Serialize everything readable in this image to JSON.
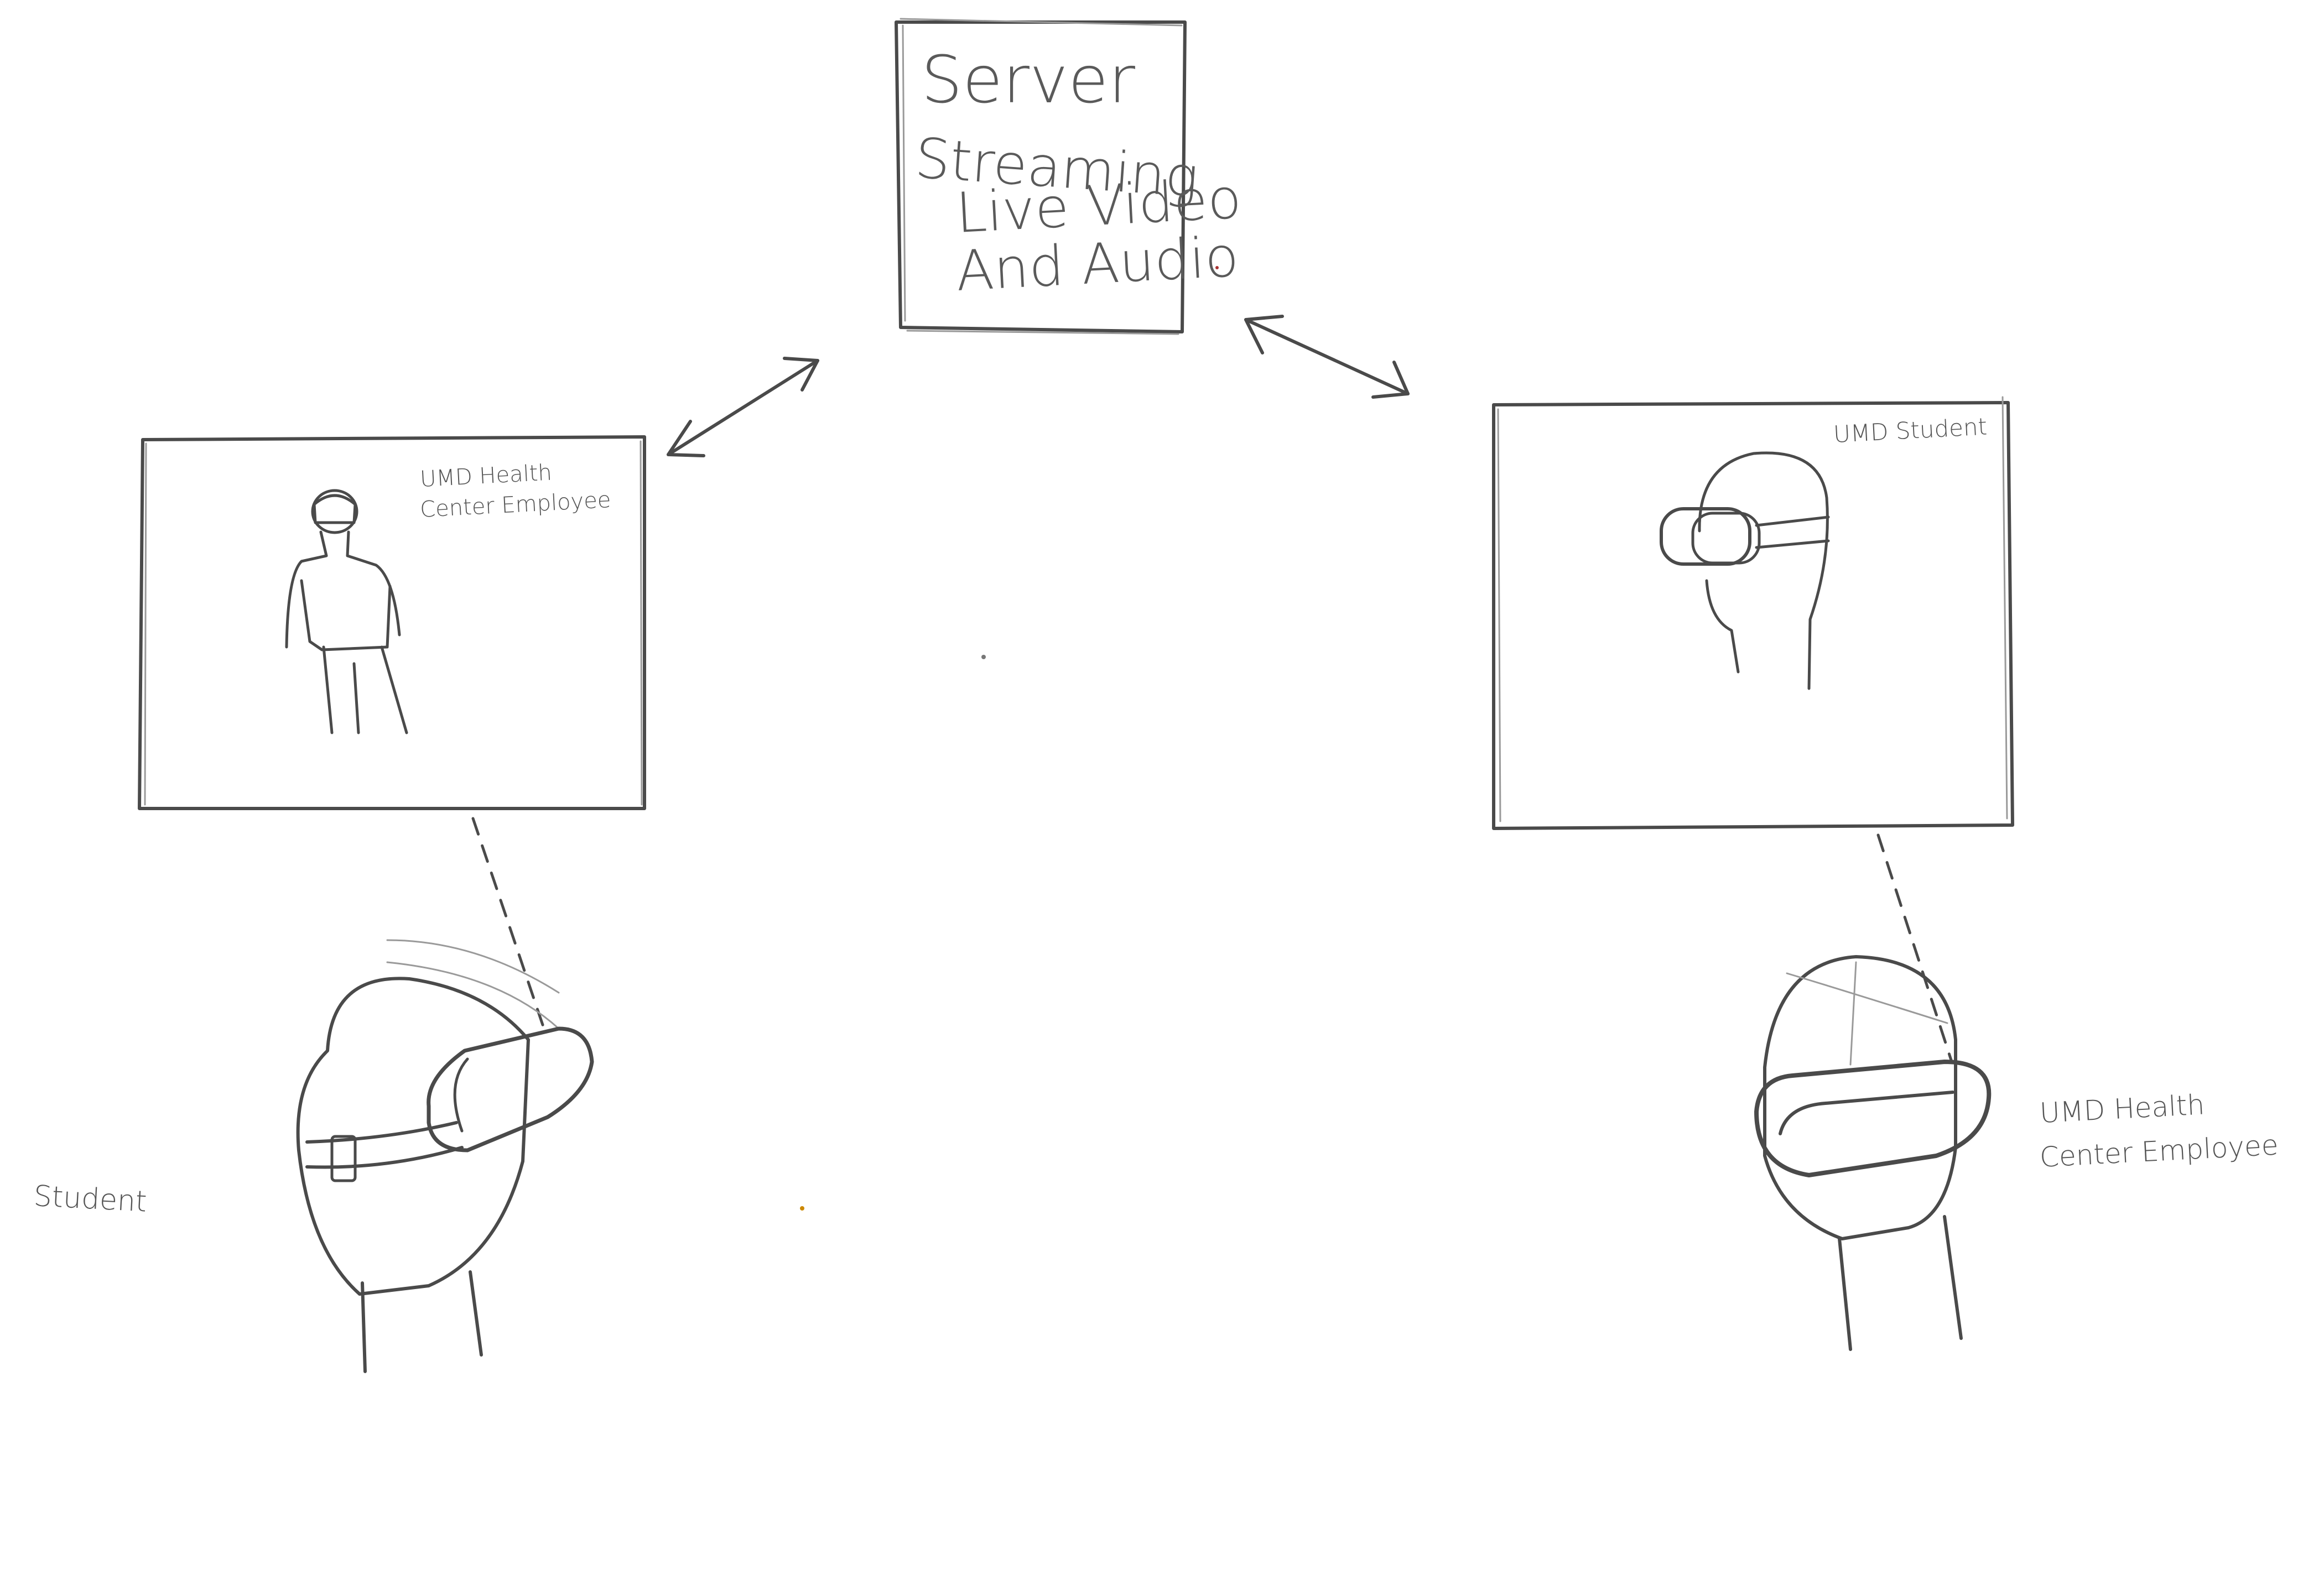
{
  "server": {
    "lines": [
      "Server",
      "Streaming",
      "Live Video",
      "And Audio"
    ]
  },
  "left_screen": {
    "label_lines": [
      "UMD Health",
      "Center Employee"
    ]
  },
  "right_screen": {
    "label_lines": [
      "UMD Student"
    ]
  },
  "left_person_label": "Student",
  "right_person_label_lines": [
    "UMD Health",
    "Center Employee"
  ],
  "colors": {
    "pencil": "#4a4a4a",
    "pencil_light": "#9a9a9a",
    "paper": "#ffffff"
  }
}
